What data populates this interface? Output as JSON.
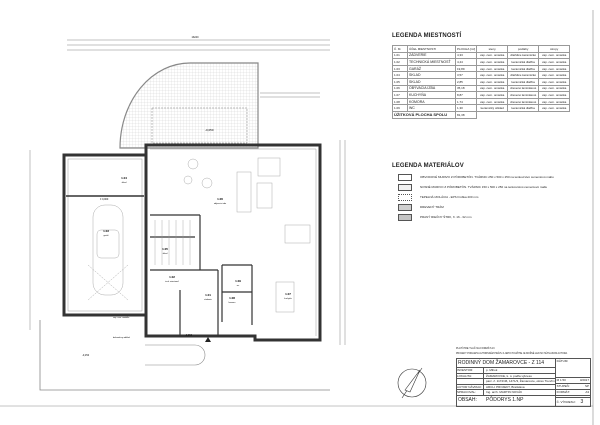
{
  "room_legend": {
    "title": "LEGENDA MIESTNOSTÍ",
    "headers": [
      "Č. M.",
      "ÚČEL MIESTNOSTI",
      "PLOCHA [m²]",
      "steny",
      "podlahy",
      "stropy"
    ],
    "rows": [
      [
        "1.01",
        "ZÁDVERIE",
        "4,33",
        "vap. cem. omietka",
        "dlaždice keramické",
        "vap. cem. omietka"
      ],
      [
        "1.02",
        "TECHNICKÁ MIESTNOSŤ",
        "4,44",
        "vap. cem. omietka",
        "keramická dlažba",
        "vap. cem. omietka"
      ],
      [
        "1.03",
        "GARÁŽ",
        "19,89",
        "vap. cem. omietka",
        "keramická dlažba",
        "vap. cem. omietka"
      ],
      [
        "1.04",
        "SKLAD",
        "3,57",
        "vap. cem. omietka",
        "dlaždice keramické",
        "vap. cem. omietka"
      ],
      [
        "1.05",
        "SKLAD",
        "2,85",
        "vap. cem. omietka",
        "keramická dlažba",
        "vap. cem. omietka"
      ],
      [
        "1.06",
        "OBÝVACIA IZBA",
        "35,18",
        "vap. cem. omietka",
        "drevené laminátové",
        "vap. cem. omietka"
      ],
      [
        "1.07",
        "KUCHYŇA",
        "8,87",
        "vap. cem. omietka",
        "drevené laminátové",
        "vap. cem. omietka"
      ],
      [
        "1.08",
        "KOMORA",
        "1,74",
        "vap. cem. omietka",
        "drevené laminátové",
        "vap. cem. omietka"
      ],
      [
        "1.09",
        "WC",
        "1,30",
        "keramický obklad",
        "keramická dlažba",
        "vap. cem. omietka"
      ]
    ],
    "total_label": "ÚŽITKOVÁ PLOCHA SPOLU",
    "total_value": "81,38"
  },
  "material_legend": {
    "title": "LEGENDA MATERIÁLOV",
    "items": [
      "OBVODOVÉ MURIVO Z PÓROBETÓN. TVÁRNIC 250 x 500 x 250 na tenkovrstvú cementovú maltu",
      "NOSNÉ MURIVO Z PÓROBETÓN. TVÁRNIC 150 x 500 x 250 na tenkovrstvú cementovú maltu",
      "TEPELNÁ IZOLÁCIA - EPS hrúbka 200 mm",
      "DREVENÝ TRÁM",
      "PRANÝ RIEČNY ŠTRK, fr. 16 - 32 mm"
    ]
  },
  "plan": {
    "rooms": [
      {
        "no": "1.01",
        "name": "zádverie"
      },
      {
        "no": "1.02",
        "name": "tech. miestnosť"
      },
      {
        "no": "1.03",
        "name": "garáž"
      },
      {
        "no": "1.04",
        "name": "sklad"
      },
      {
        "no": "1.05",
        "name": "sklad"
      },
      {
        "no": "1.06",
        "name": "obývacia izba"
      },
      {
        "no": "1.07",
        "name": "kuchyňa"
      },
      {
        "no": "1.08",
        "name": "komora"
      },
      {
        "no": "1.09",
        "name": "wc"
      }
    ],
    "level_terrace": "-0,050",
    "level_entry": "-0,050",
    "level_garage": "± 0,000",
    "level_outside": "-0,150",
    "overall_dim": "13240",
    "notes": [
      "dekoratívny obklad",
      "vap. cem. omietka"
    ]
  },
  "title_block": {
    "note_scale": "PLATÍ PRE TLAČ NA FORMÁT A3",
    "disclaimer": "PROJEKT PODLIEHA AUTORSKÉM PRÁVU A JEHO POUŽITIE JE MOŽNÉ LEN SO SÚHLASOM AUTORA.",
    "project": "RODINNÝ DOM ŽAMAROVCE - Z 114",
    "rows": [
      [
        "INVESTOR:",
        "p. Mihok"
      ],
      [
        "LOKALITA:",
        "ŽAMAROVCE, k. ú. podľa výkresu"
      ],
      [
        "",
        "parc. č. 1172/46, 1471/3, Žamarovce, okres Trenčín"
      ],
      [
        "AUTOR NÁVRHU:",
        "ARCH. PROJEKT, Bratislava"
      ],
      [
        "SPRACOVAL:",
        "Ing. arch. MARTIN NOVÁK"
      ]
    ],
    "side": [
      [
        "DÁTUM:",
        ""
      ],
      [
        "M 1:50",
        "3/2017"
      ],
      [
        "STUPEŇ:",
        "SP"
      ],
      [
        "FORMÁT:",
        "A3"
      ]
    ],
    "content_label": "OBSAH:",
    "content": "PÔDORYS 1.NP",
    "sheet_label": "Č. VÝKRESU:",
    "sheet_no": "3"
  },
  "colors": {
    "line": "#333333",
    "hatch": "#bbbbbb",
    "fill": "#e6e6e6"
  }
}
